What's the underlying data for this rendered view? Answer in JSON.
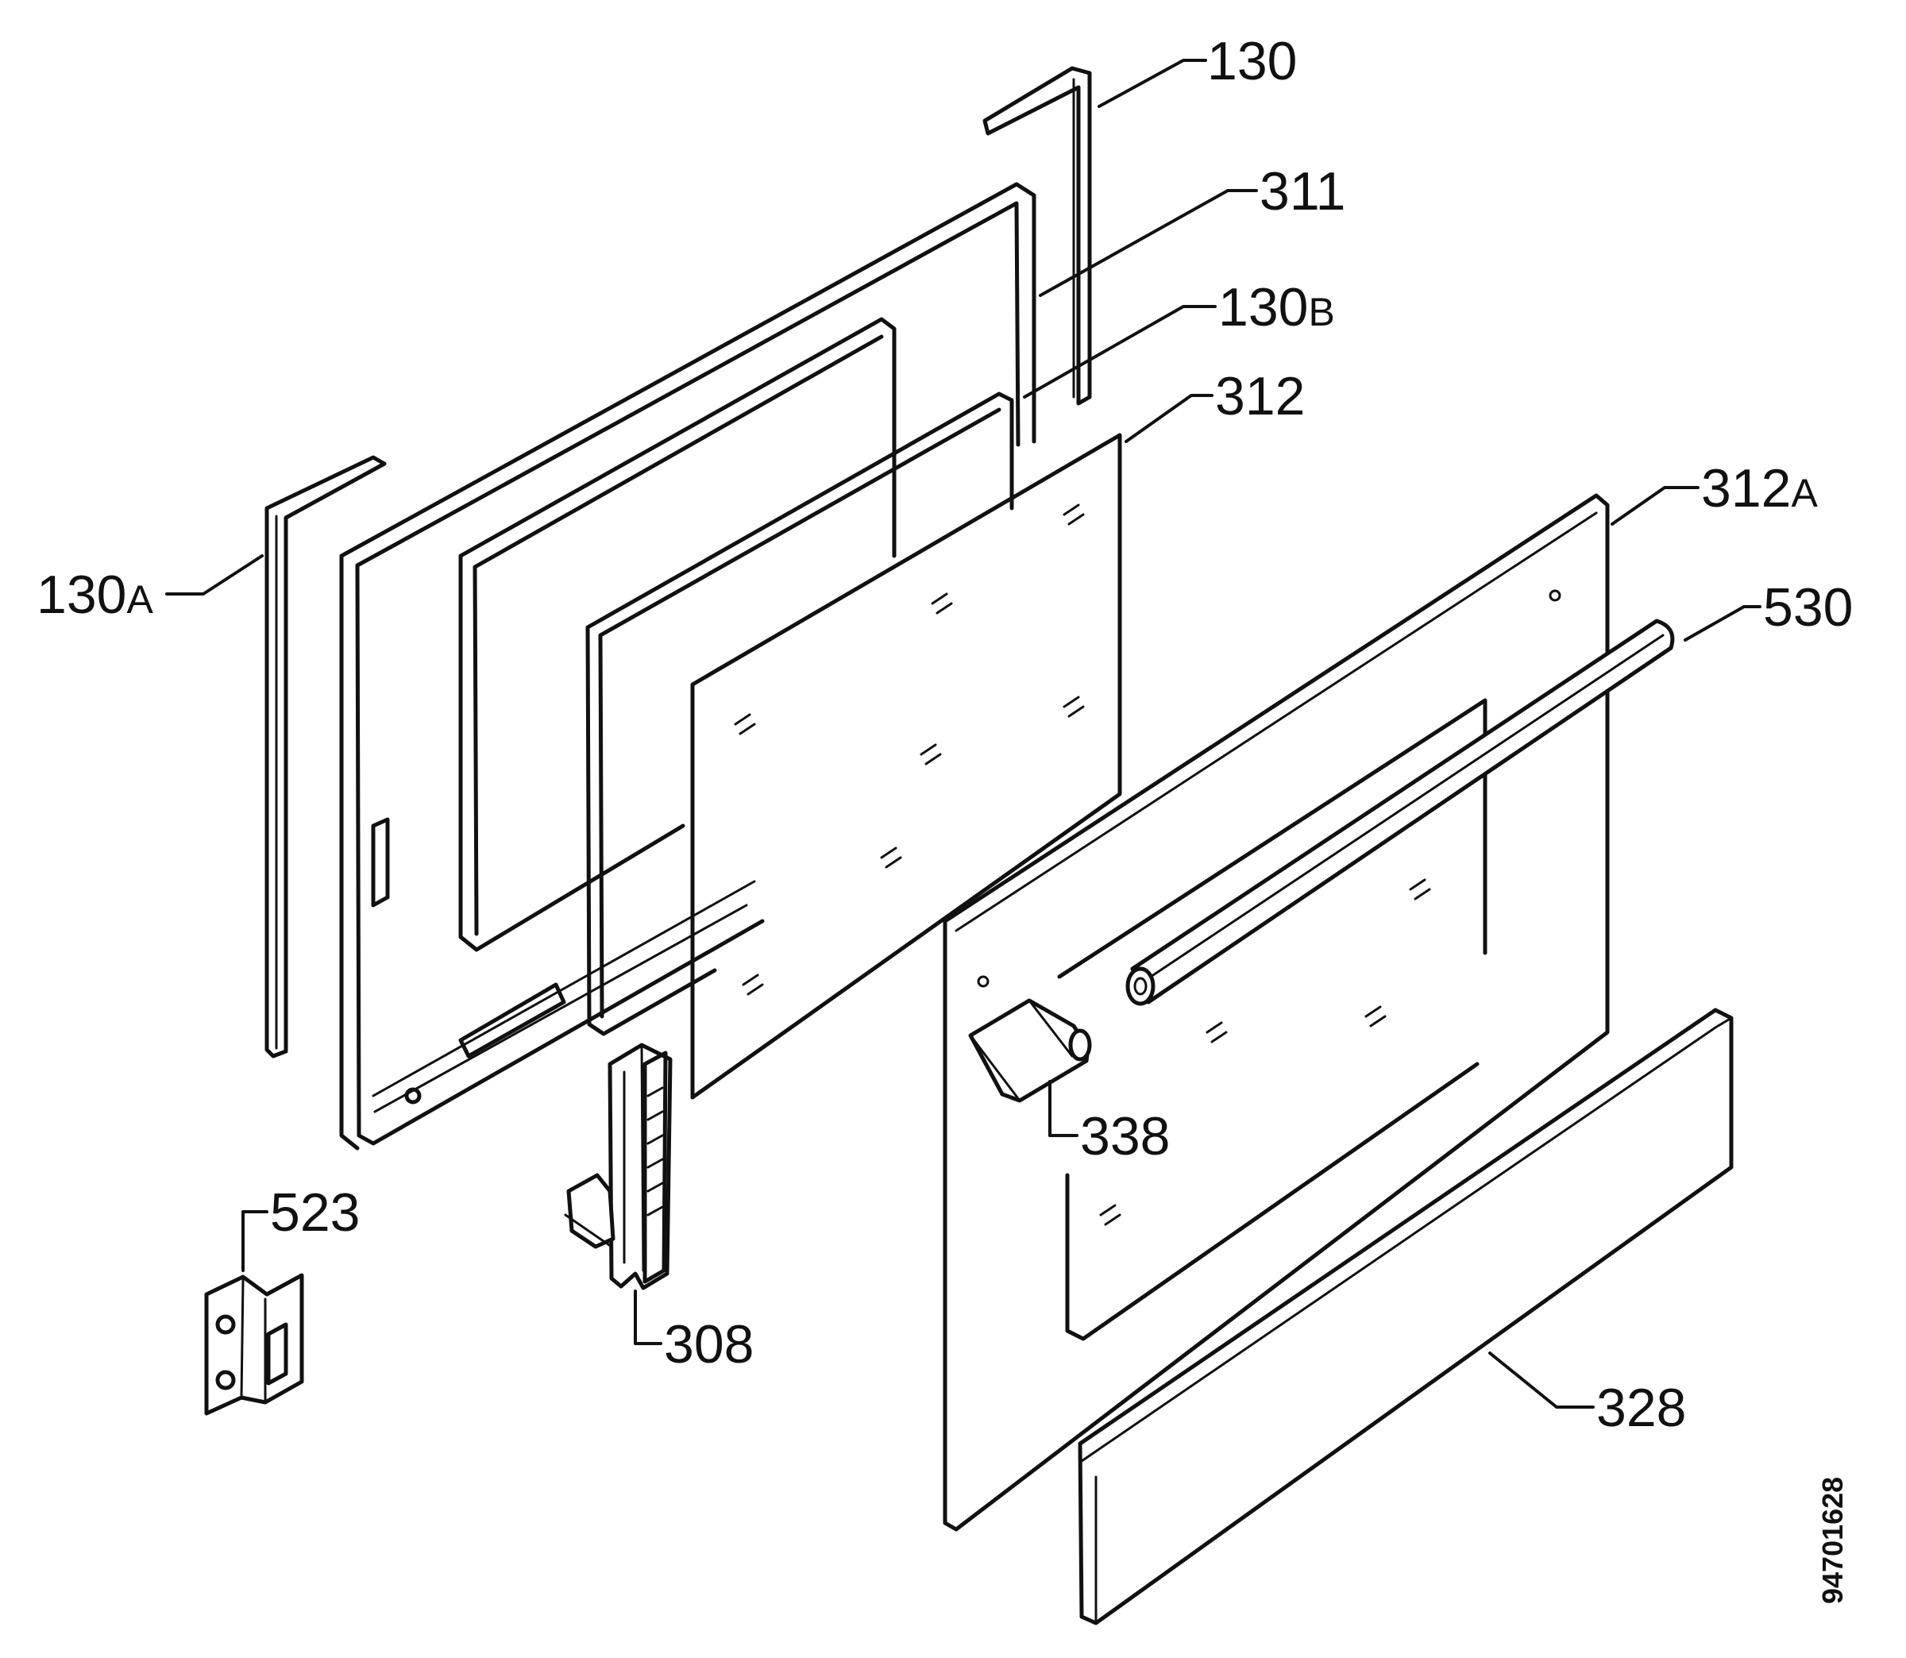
{
  "callouts": {
    "p130": {
      "num": "130",
      "suffix": ""
    },
    "p311": {
      "num": "311",
      "suffix": ""
    },
    "p130b": {
      "num": "130",
      "suffix": "B"
    },
    "p312": {
      "num": "312",
      "suffix": ""
    },
    "p312a": {
      "num": "312",
      "suffix": "A"
    },
    "p530": {
      "num": "530",
      "suffix": ""
    },
    "p130a": {
      "num": "130",
      "suffix": "A"
    },
    "p523": {
      "num": "523",
      "suffix": ""
    },
    "p308": {
      "num": "308",
      "suffix": ""
    },
    "p338": {
      "num": "338",
      "suffix": ""
    },
    "p328": {
      "num": "328",
      "suffix": ""
    }
  },
  "drawing_code": "94701628"
}
